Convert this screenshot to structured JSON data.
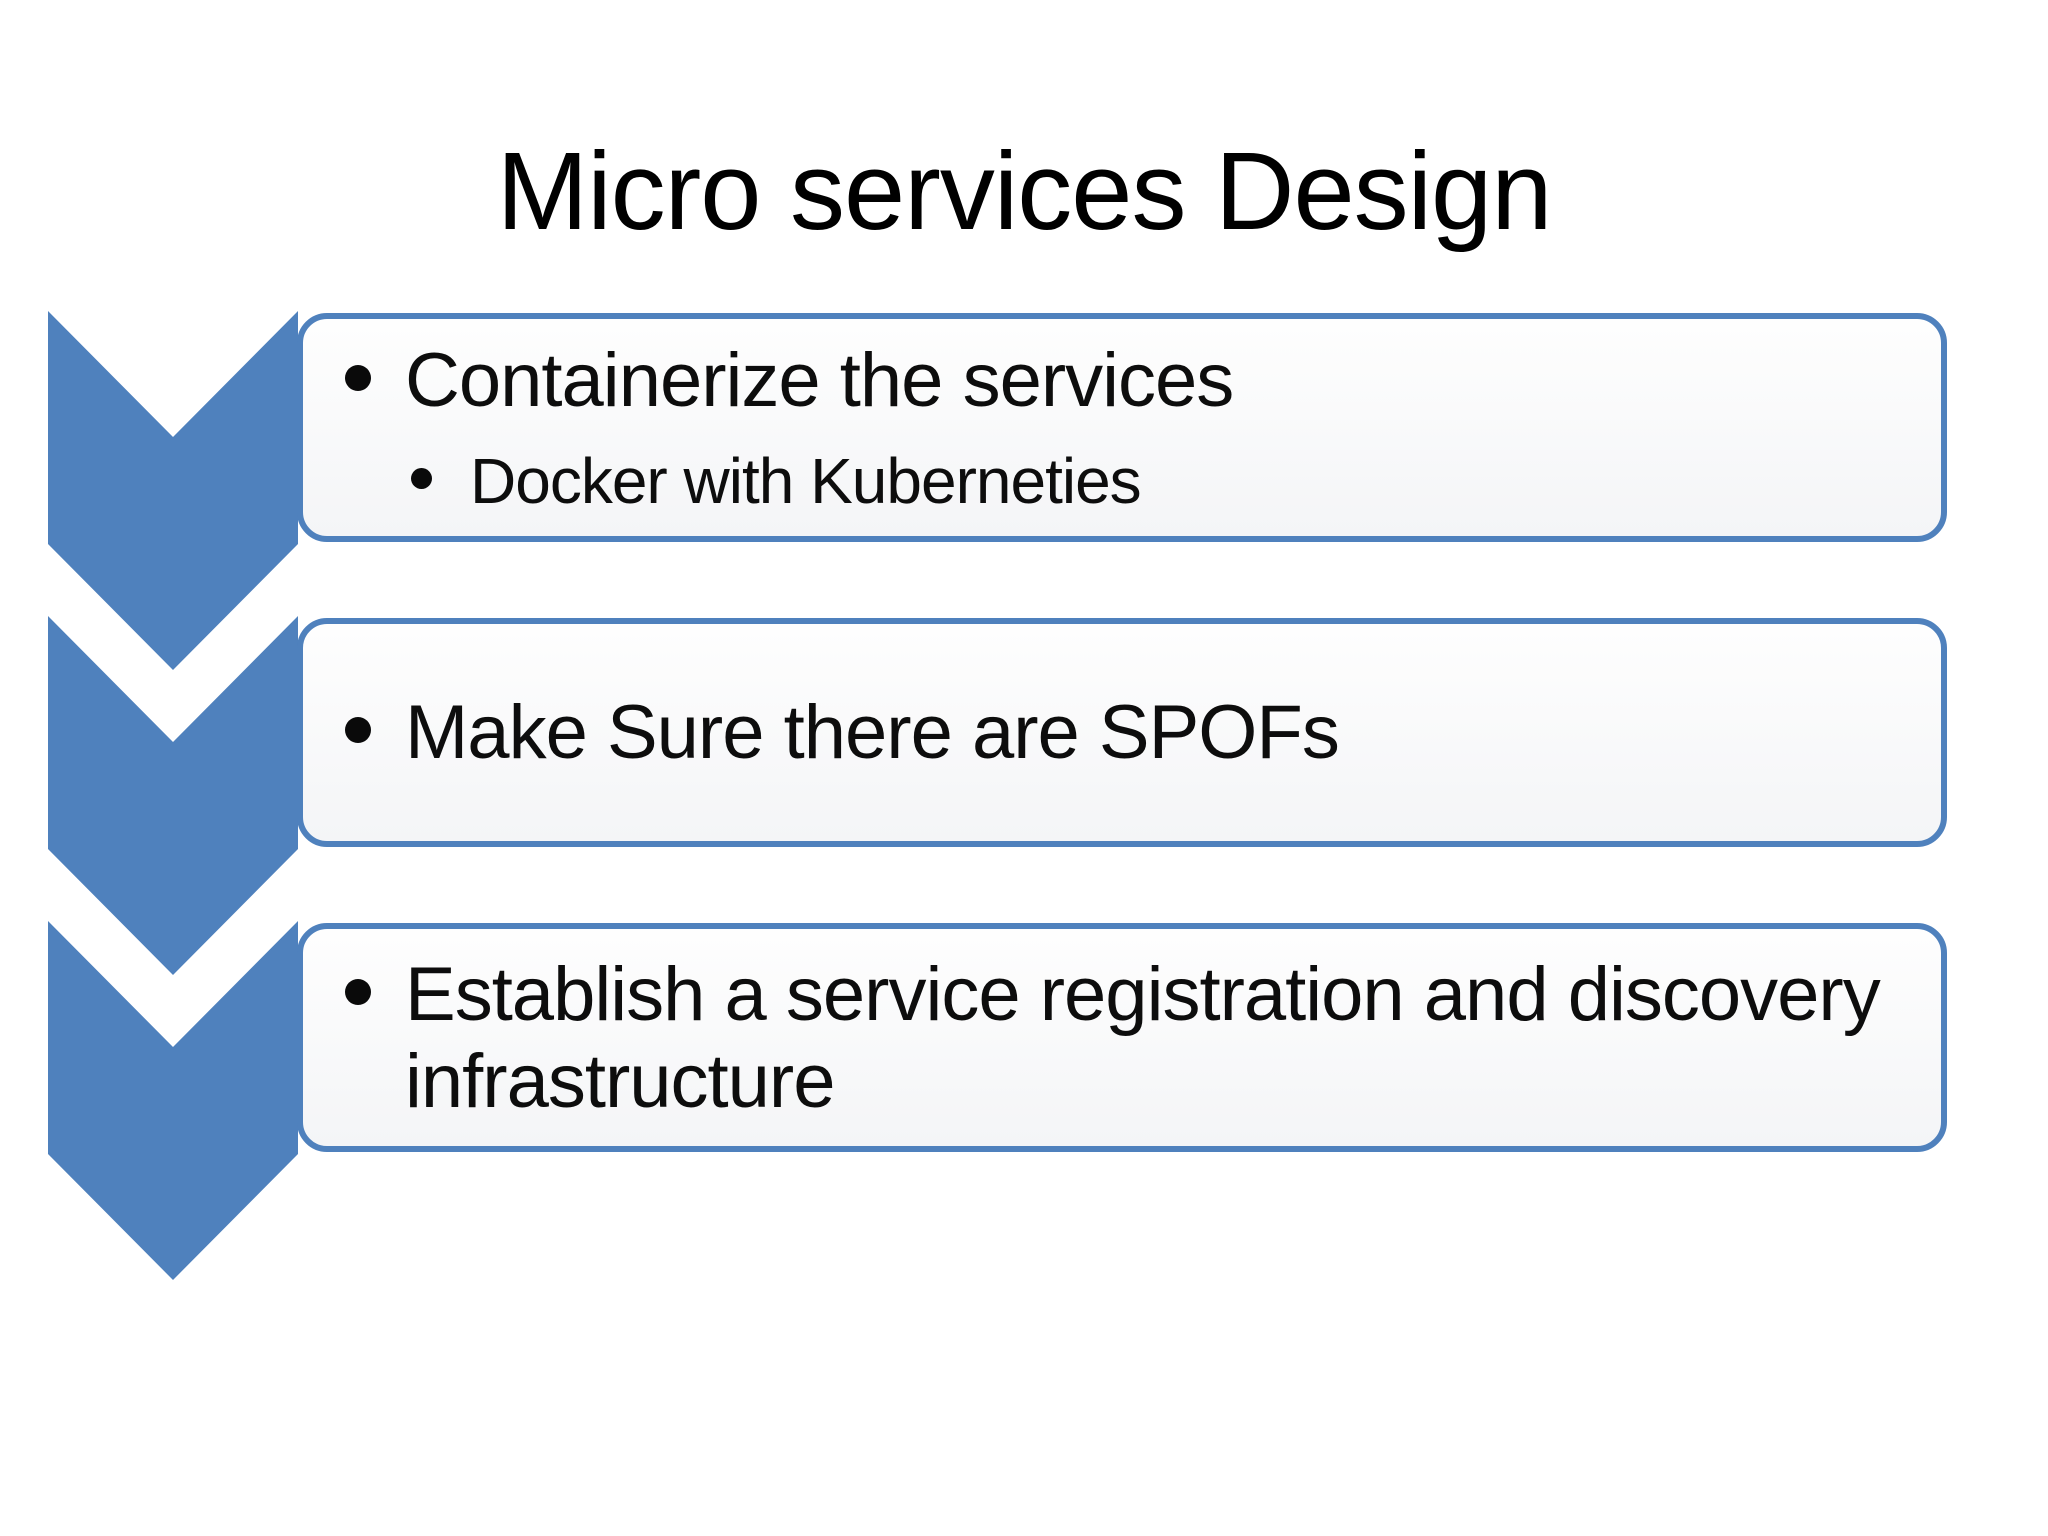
{
  "slide": {
    "title": "Micro services Design"
  },
  "colors": {
    "accent_blue": "#4f81bd",
    "box_fill_top": "#fefefe",
    "box_fill_bottom": "#f4f5f7",
    "text_black": "#0d0d0d",
    "background": "#ffffff"
  },
  "chevrons": [
    {
      "name": "chevron-down-1"
    },
    {
      "name": "chevron-down-2"
    },
    {
      "name": "chevron-down-3"
    }
  ],
  "boxes": [
    {
      "items": [
        {
          "level": 1,
          "lines": [
            "Containerize the services"
          ]
        },
        {
          "level": 2,
          "lines": [
            "Docker with Kuberneties"
          ]
        }
      ]
    },
    {
      "items": [
        {
          "level": 1,
          "lines": [
            "Make Sure there are SPOFs"
          ]
        }
      ]
    },
    {
      "items": [
        {
          "level": 1,
          "lines": [
            "Establish a service registration and discovery",
            "infrastructure"
          ]
        }
      ]
    }
  ]
}
